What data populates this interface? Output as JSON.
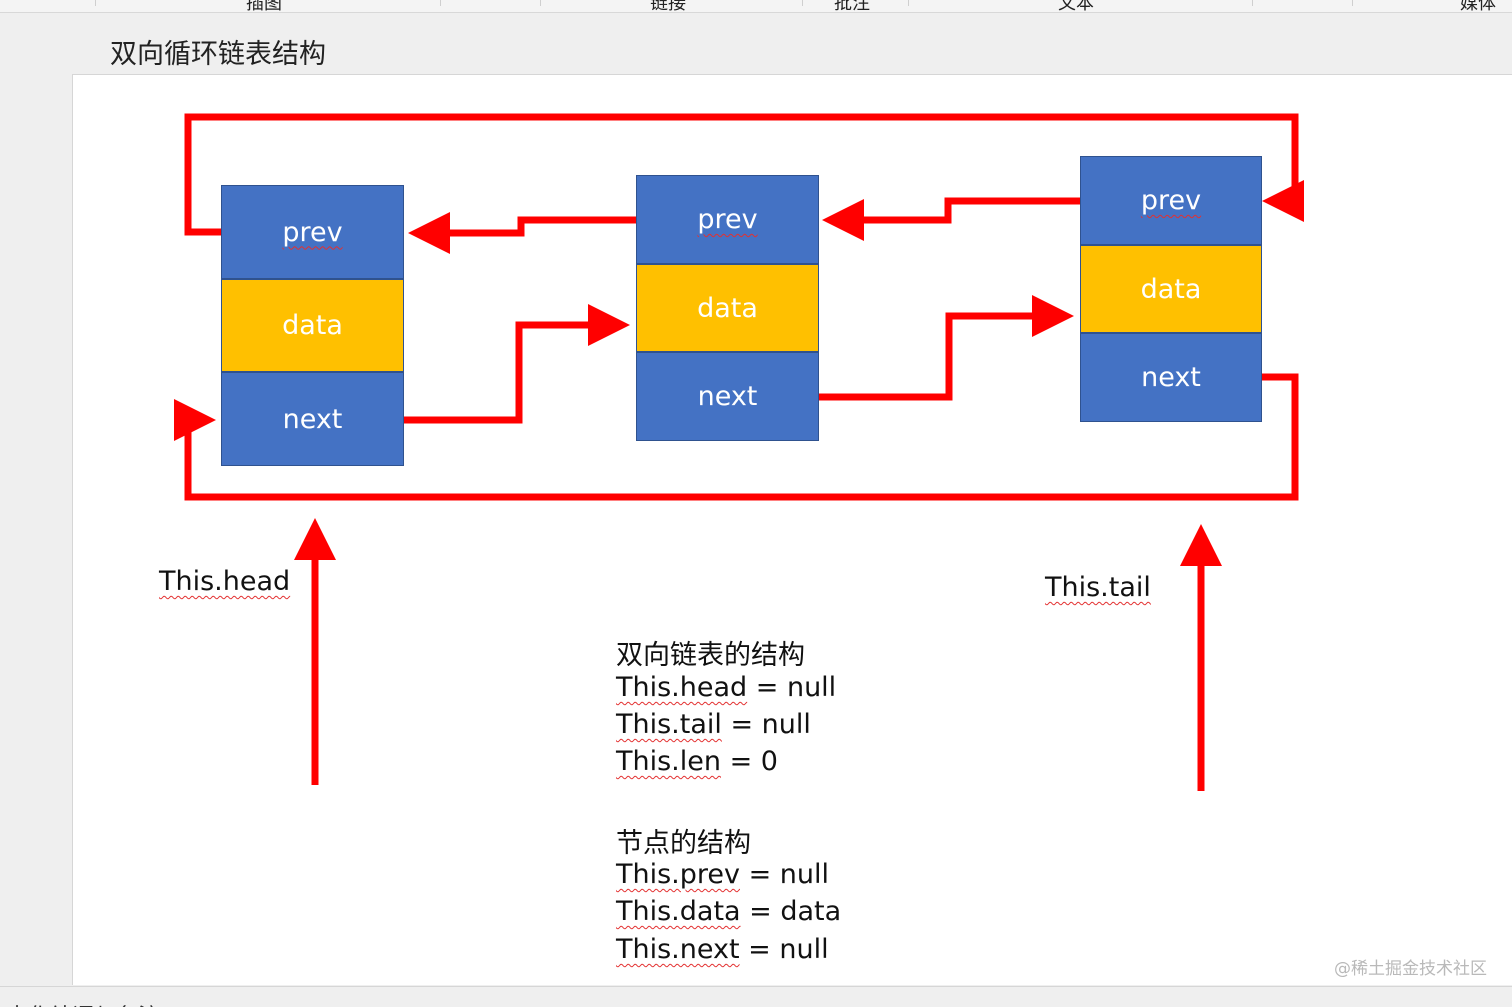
{
  "toolbar": {
    "items": [
      "插图",
      "链接",
      "批注",
      "文本",
      "媒体"
    ]
  },
  "section_title": "双向循环链表结构",
  "diagram": {
    "nodes": [
      {
        "prev": "prev",
        "data": "data",
        "next": "next"
      },
      {
        "prev": "prev",
        "data": "data",
        "next": "next"
      },
      {
        "prev": "prev",
        "data": "data",
        "next": "next"
      }
    ],
    "head_label": "This.head",
    "tail_label": "This.tail",
    "colors": {
      "pointer_cell": "#4472c4",
      "data_cell": "#ffc000",
      "arrow": "#ff0000"
    }
  },
  "notes": {
    "list_heading": "双向链表的结构",
    "list_lines": [
      {
        "name": "This.head",
        "rest": " = null"
      },
      {
        "name": "This.tail",
        "rest": " = null"
      },
      {
        "name": "This.len",
        "rest": " = 0"
      }
    ],
    "node_heading": "节点的结构",
    "node_lines": [
      {
        "name": "This.prev",
        "rest": " = null"
      },
      {
        "name": "This.data",
        "rest": " = data"
      },
      {
        "name": "This.next",
        "rest": " = null"
      }
    ]
  },
  "watermark": "@稀土掘金技术社区",
  "bottom_text": "大化结语与备注"
}
